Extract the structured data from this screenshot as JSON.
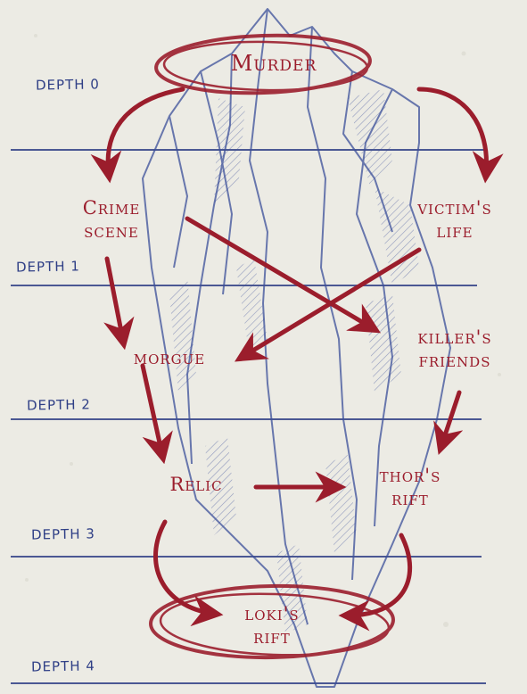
{
  "depths": [
    {
      "label": "DEPTH 0"
    },
    {
      "label": "DEPTH 1"
    },
    {
      "label": "DEPTH 2"
    },
    {
      "label": "DEPTH 3"
    },
    {
      "label": "DEPTH 4"
    }
  ],
  "nodes": {
    "murder": "Murder",
    "crime_scene": "Crime\nscene",
    "victims_life": "victim's\nlife",
    "morgue": "morgue",
    "killers_friends": "killer's\nfriends",
    "relic": "Relic",
    "thors_rift": "thor's\nrift",
    "lokis_rift": "loki's\nrift"
  },
  "colors": {
    "ink_red": "#9b1d2c",
    "ink_blue": "#2f3f86",
    "iceberg_blue": "#3b4f9a",
    "paper": "#ecebe4"
  }
}
